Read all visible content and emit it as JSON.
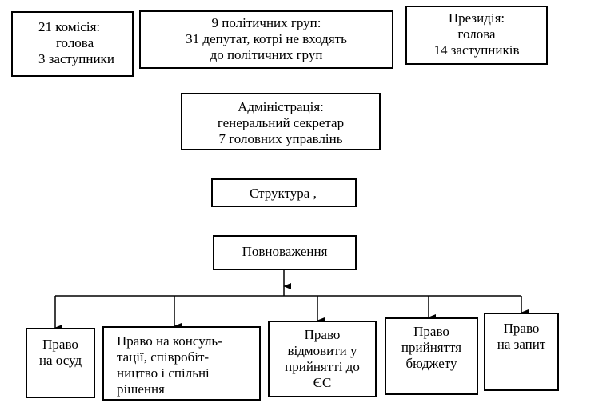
{
  "top_row": {
    "commissions": [
      "21 комісія:",
      "голова",
      "3 заступники"
    ],
    "political_groups": [
      "9 політичних груп:",
      "31 депутат, котрі не входять",
      "до політичних груп"
    ],
    "presidium": [
      "Президія:",
      "голова",
      "14 заступників"
    ]
  },
  "administration": [
    "Адміністрація:",
    "генеральний секретар",
    "7 головних управлінь"
  ],
  "structure": "Структура ,",
  "powers": "Повноваження",
  "rights": {
    "censure": [
      "Право",
      "на осуд"
    ],
    "consultation": [
      "Право на консуль-",
      "тації, співробіт-",
      "ництво і спільні",
      "рішення"
    ],
    "refuse_accession": [
      "Право",
      "відмовити у",
      "прийнятті до",
      "ЄС"
    ],
    "budget": [
      "Право",
      "прийняття",
      "бюджету"
    ],
    "inquiry": [
      "Право",
      "на запит"
    ]
  }
}
